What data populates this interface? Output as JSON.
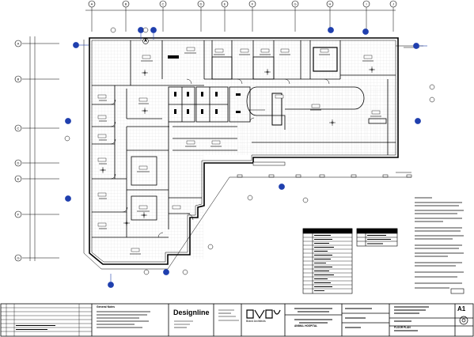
{
  "sheet": {
    "kind": "architectural floor plan"
  },
  "grid": {
    "columns": [
      "A",
      "B",
      "C",
      "D",
      "E",
      "F",
      "G",
      "H",
      "I",
      "J"
    ],
    "rows": [
      "A",
      "B",
      "C",
      "D",
      "E",
      "F",
      "G"
    ],
    "row_extra": [
      "3"
    ],
    "col_extra": [
      "1"
    ]
  },
  "title_block": {
    "notes_heading": "General Notes",
    "firm_name": "Designline",
    "firm_sub": "Brand Architects",
    "project_title": "ANIMAL HOSPITAL",
    "sheet_title": "FLOOR PLAN",
    "sheet_number": "A1"
  },
  "colors": {
    "line": "#000000",
    "grid": "#bfbfbf",
    "marker": "#1f3fae",
    "floor_tile": "#d6d6d6"
  },
  "icons": {
    "grid_bubble": "circle-bubble-icon",
    "section_marker": "section-marker-icon",
    "north_arrow": "north-arrow-icon"
  }
}
